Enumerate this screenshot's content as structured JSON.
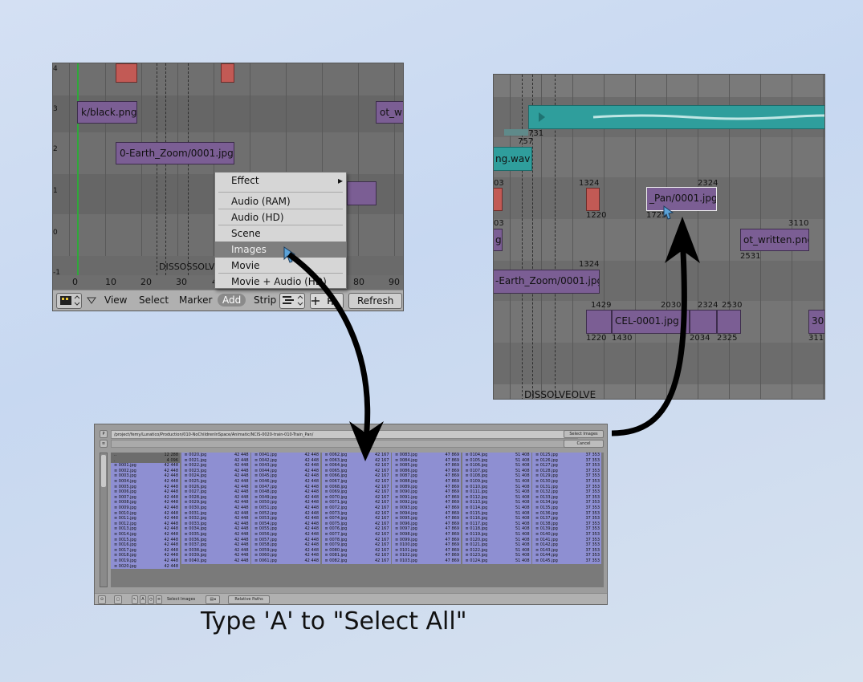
{
  "panel1": {
    "row_numbers": [
      "4",
      "3",
      "2",
      "1",
      "0",
      "-1"
    ],
    "strips": {
      "black": "k/black.png",
      "earth": "0-Earth_Zoom/0001.jpg",
      "written": "ot_wr"
    },
    "marker_text": "DISSOSSOLVE",
    "ruler_labels": [
      "0",
      "10",
      "20",
      "30",
      "4",
      "80",
      "90"
    ],
    "header": {
      "view": "View",
      "select": "Select",
      "marker": "Marker",
      "add": "Add",
      "strip": "Strip",
      "refresh": "Refresh"
    },
    "add_menu": {
      "items": [
        "Effect",
        "Audio (RAM)",
        "Audio (HD)",
        "Scene",
        "Images",
        "Movie",
        "Movie + Audio (HD)"
      ],
      "selected": "Images",
      "submenu_arrow": "▸"
    }
  },
  "panel2": {
    "labels": {
      "n731": "731",
      "n757": "757",
      "wav": "ng.wav",
      "n03a": "03",
      "n1324a": "1324",
      "n2324a": "2324",
      "n1220a": "1220",
      "n1725": "1725",
      "pan": "_Pan/0001.jpg",
      "n03b": "03",
      "g": "g",
      "written": "ot_written.png",
      "n3110": "3110",
      "n2531": "2531",
      "n1324b": "1324",
      "earth": "-Earth_Zoom/0001.jpg",
      "n1429": "1429",
      "n2030": "2030",
      "n2324b": "2324",
      "n2530": "2530",
      "cel": "CEL-0001.jpg",
      "n30": "30",
      "n1220b": "1220",
      "n1430": "1430",
      "n2034": "2034",
      "n2325": "2325",
      "n3111": "3111",
      "dissolve": "DISSOLVEOLVE"
    }
  },
  "panel3": {
    "path": "/project/femy/Lunatico/Production/010-NoChildrenInSpace/Animatic/NCIS-0020-train-010-Train_Pan/",
    "select_button": "Select Images",
    "cancel_button": "Cancel",
    "parent_size": "12 288",
    "dot_size": "4 096",
    "columns": [
      {
        "names": [
          "0001.jpg",
          "0002.jpg",
          "0003.jpg",
          "0004.jpg",
          "0005.jpg",
          "0006.jpg",
          "0007.jpg",
          "0008.jpg",
          "0009.jpg",
          "0010.jpg",
          "0011.jpg",
          "0012.jpg",
          "0013.jpg",
          "0014.jpg",
          "0015.jpg",
          "0016.jpg",
          "0017.jpg",
          "0018.jpg",
          "0019.jpg",
          "0020.jpg"
        ],
        "size": "42 448"
      },
      {
        "names": [
          "0020.jpg",
          "0021.jpg",
          "0022.jpg",
          "0023.jpg",
          "0024.jpg",
          "0025.jpg",
          "0026.jpg",
          "0027.jpg",
          "0028.jpg",
          "0029.jpg",
          "0030.jpg",
          "0031.jpg",
          "0032.jpg",
          "0033.jpg",
          "0034.jpg",
          "0035.jpg",
          "0036.jpg",
          "0037.jpg",
          "0038.jpg",
          "0039.jpg",
          "0040.jpg"
        ],
        "size": "42 448"
      },
      {
        "names": [
          "0041.jpg",
          "0042.jpg",
          "0043.jpg",
          "0044.jpg",
          "0045.jpg",
          "0046.jpg",
          "0047.jpg",
          "0048.jpg",
          "0049.jpg",
          "0050.jpg",
          "0051.jpg",
          "0052.jpg",
          "0053.jpg",
          "0054.jpg",
          "0055.jpg",
          "0056.jpg",
          "0057.jpg",
          "0058.jpg",
          "0059.jpg",
          "0060.jpg",
          "0061.jpg"
        ],
        "size": "42 448"
      },
      {
        "names": [
          "0062.jpg",
          "0063.jpg",
          "0064.jpg",
          "0065.jpg",
          "0066.jpg",
          "0067.jpg",
          "0068.jpg",
          "0069.jpg",
          "0070.jpg",
          "0071.jpg",
          "0072.jpg",
          "0073.jpg",
          "0074.jpg",
          "0075.jpg",
          "0076.jpg",
          "0077.jpg",
          "0078.jpg",
          "0079.jpg",
          "0080.jpg",
          "0081.jpg",
          "0082.jpg"
        ],
        "size": "42 167"
      },
      {
        "names": [
          "0083.jpg",
          "0084.jpg",
          "0085.jpg",
          "0086.jpg",
          "0087.jpg",
          "0088.jpg",
          "0089.jpg",
          "0090.jpg",
          "0091.jpg",
          "0092.jpg",
          "0093.jpg",
          "0094.jpg",
          "0095.jpg",
          "0096.jpg",
          "0097.jpg",
          "0098.jpg",
          "0099.jpg",
          "0100.jpg",
          "0101.jpg",
          "0102.jpg",
          "0103.jpg"
        ],
        "size": "47 869"
      },
      {
        "names": [
          "0104.jpg",
          "0105.jpg",
          "0106.jpg",
          "0107.jpg",
          "0108.jpg",
          "0109.jpg",
          "0110.jpg",
          "0111.jpg",
          "0112.jpg",
          "0113.jpg",
          "0114.jpg",
          "0115.jpg",
          "0116.jpg",
          "0117.jpg",
          "0118.jpg",
          "0119.jpg",
          "0120.jpg",
          "0121.jpg",
          "0122.jpg",
          "0123.jpg",
          "0124.jpg"
        ],
        "size": "51 408"
      },
      {
        "names": [
          "0125.jpg",
          "0126.jpg",
          "0127.jpg",
          "0128.jpg",
          "0129.jpg",
          "0130.jpg",
          "0131.jpg",
          "0132.jpg",
          "0133.jpg",
          "0134.jpg",
          "0135.jpg",
          "0136.jpg",
          "0137.jpg",
          "0138.jpg",
          "0139.jpg",
          "0140.jpg",
          "0141.jpg",
          "0142.jpg",
          "0143.jpg",
          "0144.jpg",
          "0145.jpg"
        ],
        "size": "37 353"
      }
    ],
    "bottom": {
      "select_images": "Select Images",
      "relative_paths": "Relative Paths"
    }
  },
  "caption": "Type 'A' to \"Select All\"",
  "colors": {
    "strip_purple": "#7b5e94",
    "strip_red": "#c25a55",
    "strip_teal": "#2f9e9c",
    "file_selected": "#8e8fd2"
  }
}
